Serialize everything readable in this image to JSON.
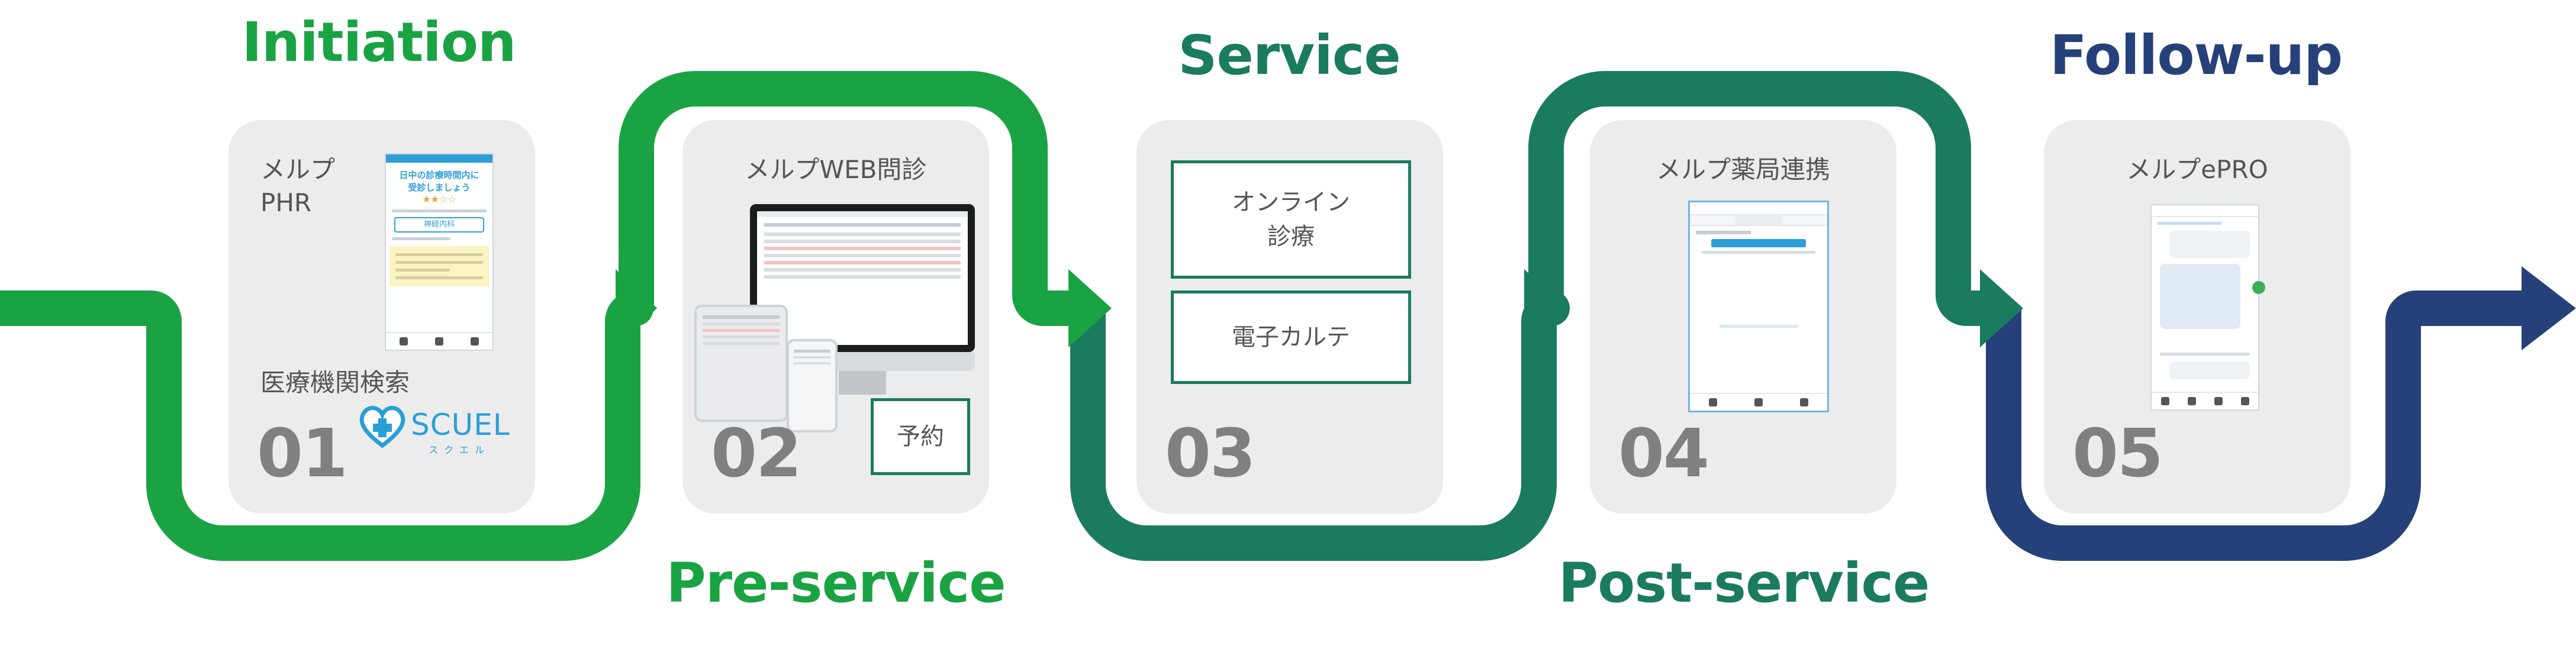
{
  "phases": {
    "initiation": "Initiation",
    "pre_service": "Pre-service",
    "service": "Service",
    "post_service": "Post-service",
    "follow_up": "Follow-up"
  },
  "colors": {
    "green": "#1aa343",
    "teal": "#1b7b5f",
    "navy": "#26417a",
    "card": "#ececec",
    "number": "#808080"
  },
  "steps": [
    {
      "number": "01",
      "title_line1": "メルプ",
      "title_line2": "PHR",
      "subtitle": "医療機関検索",
      "logo_text": "SCUEL",
      "logo_kana": "スクエル",
      "phone": {
        "heading_line1": "日中の診療時間内に",
        "heading_line2": "受診しましょう",
        "button_label": "神経内科"
      }
    },
    {
      "number": "02",
      "title": "メルプWEB問診",
      "box_label": "予約"
    },
    {
      "number": "03",
      "box1": "オンライン\n診療",
      "box2": "電子カルテ"
    },
    {
      "number": "04",
      "title": "メルプ薬局連携"
    },
    {
      "number": "05",
      "title": "メルプePRO"
    }
  ]
}
